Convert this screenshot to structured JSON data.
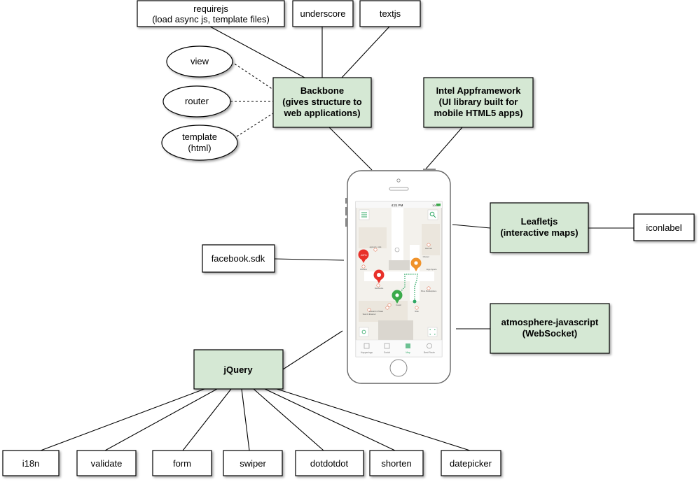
{
  "diagram": {
    "plain_boxes": {
      "requirejs": [
        "requirejs",
        "(load async js, template files)"
      ],
      "underscore": [
        "underscore"
      ],
      "textjs": [
        "textjs"
      ],
      "facebook_sdk": [
        "facebook.sdk"
      ],
      "iconlabel": [
        "iconlabel"
      ],
      "i18n": [
        "i18n"
      ],
      "validate": [
        "validate"
      ],
      "form": [
        "form"
      ],
      "swiper": [
        "swiper"
      ],
      "dotdotdot": [
        "dotdotdot"
      ],
      "shorten": [
        "shorten"
      ],
      "datepicker": [
        "datepicker"
      ]
    },
    "green_boxes": {
      "backbone": [
        "Backbone",
        "(gives structure to",
        "web applications)"
      ],
      "intel": [
        "Intel Appframework",
        "(UI library built for",
        "mobile HTML5 apps)"
      ],
      "leaflet": [
        "Leafletjs",
        "(interactive maps)"
      ],
      "atmosphere": [
        "atmosphere-javascript",
        "(WebSocket)"
      ],
      "jquery": [
        "jQuery"
      ]
    },
    "ellipses": {
      "view": [
        "view"
      ],
      "router": [
        "router"
      ],
      "template": [
        "template",
        "(html)"
      ]
    },
    "phone": {
      "time": "4:21 PM",
      "battery": "100%",
      "tabs": [
        "Happenings",
        "Social",
        "Map",
        "Best Route"
      ],
      "map_badge": "-60%",
      "map_labels": [
        "agnès b. café",
        "PRADA",
        "Starbucks",
        "Hermes",
        "Orgé Sports",
        "Chanel",
        "Shoe Marketplace",
        "Fossil",
        "Howard & Shaw",
        "Seat & Enamel",
        "Nike"
      ]
    },
    "colors": {
      "green_fill": "#d5e8d4",
      "line": "#000000",
      "marker_red": "#e8312a",
      "marker_orange": "#f0932b",
      "marker_green": "#3aaa4a",
      "route": "#2fa865"
    }
  }
}
